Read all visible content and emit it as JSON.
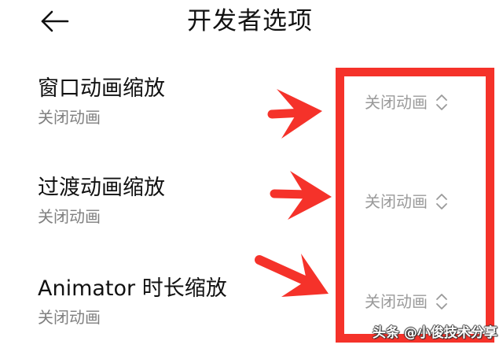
{
  "header": {
    "back_icon": "arrow-left-icon",
    "title": "开发者选项"
  },
  "settings": [
    {
      "title": "窗口动画缩放",
      "subtitle": "关闭动画",
      "value": "关闭动画",
      "value_icon": "updown-chevron-icon"
    },
    {
      "title": "过渡动画缩放",
      "subtitle": "关闭动画",
      "value": "关闭动画",
      "value_icon": "updown-chevron-icon"
    },
    {
      "title": "Animator 时长缩放",
      "subtitle": "关闭动画",
      "value": "关闭动画",
      "value_icon": "updown-chevron-icon"
    }
  ],
  "annotations": {
    "highlight_color": "#f5322a",
    "arrow_count": 3
  },
  "watermark": {
    "text": "头条 @小俊技术分享"
  }
}
